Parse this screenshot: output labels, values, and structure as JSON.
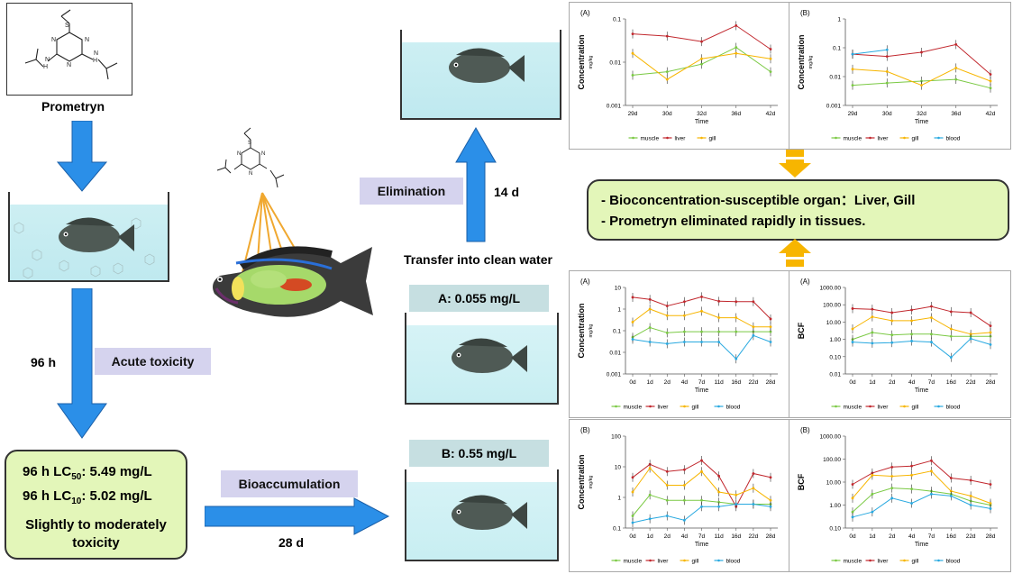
{
  "compound": {
    "name": "Prometryn"
  },
  "left_flow": {
    "duration_label": "96 h",
    "tag": "Acute toxicity",
    "result": {
      "lc50_prefix": "96 h LC",
      "lc50_sub": "50",
      "lc50_value": ": 5.49 mg/L",
      "lc10_prefix": "96 h LC",
      "lc10_sub": "10",
      "lc10_value": ": 5.02 mg/L",
      "conclusion_line1": "Slightly to moderately",
      "conclusion_line2": "toxicity"
    }
  },
  "bioaccumulation": {
    "tag": "Bioaccumulation",
    "duration": "28 d"
  },
  "elimination": {
    "tag": "Elimination",
    "duration": "14 d",
    "transfer_text": "Transfer into clean water"
  },
  "tanks": {
    "a_label": "A: 0.055 mg/L",
    "b_label": "B: 0.55 mg/L"
  },
  "summary": {
    "line1": "- Bioconcentration-susceptible organ：Liver, Gill",
    "line2": "- Prometryn eliminated rapidly in tissues."
  },
  "colors": {
    "muscle": "#7ac943",
    "liver": "#c1272d",
    "gill": "#f7b500",
    "blood": "#29a9e0",
    "arrow": "#2b8fe8",
    "orange_arrow": "#f7b500"
  },
  "chart_data": [
    {
      "id": "elim-A",
      "panel_label": "(A)",
      "type": "line",
      "scale": "log",
      "ylabel": "Concentration",
      "yunit": "mg/kg",
      "xlabel": "Time",
      "categories": [
        "29d",
        "30d",
        "32d",
        "36d",
        "42d"
      ],
      "yticks": [
        "0.001",
        "0.01",
        "0.1"
      ],
      "ylim": [
        0.001,
        0.1
      ],
      "series": [
        {
          "name": "muscle",
          "values": [
            0.005,
            0.006,
            0.009,
            0.022,
            0.006
          ]
        },
        {
          "name": "liver",
          "values": [
            0.045,
            0.04,
            0.03,
            0.07,
            0.02
          ]
        },
        {
          "name": "gill",
          "values": [
            0.016,
            0.004,
            0.012,
            0.016,
            0.012
          ]
        }
      ]
    },
    {
      "id": "elim-B",
      "panel_label": "(B)",
      "type": "line",
      "scale": "log",
      "ylabel": "Concentration",
      "yunit": "mg/kg",
      "xlabel": "Time",
      "categories": [
        "29d",
        "30d",
        "32d",
        "36d",
        "42d"
      ],
      "yticks": [
        "0.001",
        "0.01",
        "0.1",
        "1"
      ],
      "ylim": [
        0.001,
        1
      ],
      "series": [
        {
          "name": "muscle",
          "values": [
            0.005,
            0.006,
            0.007,
            0.008,
            0.004
          ]
        },
        {
          "name": "liver",
          "values": [
            0.06,
            0.05,
            0.07,
            0.13,
            0.012
          ]
        },
        {
          "name": "gill",
          "values": [
            0.018,
            0.015,
            0.005,
            0.02,
            0.007
          ]
        },
        {
          "name": "blood",
          "values": [
            0.06,
            0.085,
            null,
            null,
            null
          ]
        }
      ]
    },
    {
      "id": "conc-A",
      "panel_label": "(A)",
      "type": "line",
      "scale": "log",
      "ylabel": "Concentration",
      "yunit": "mg/kg",
      "xlabel": "Time",
      "categories": [
        "0d",
        "1d",
        "2d",
        "4d",
        "7d",
        "11d",
        "16d",
        "22d",
        "28d"
      ],
      "yticks": [
        "0.001",
        "0.01",
        "0.1",
        "1",
        "10"
      ],
      "ylim": [
        0.001,
        10
      ],
      "series": [
        {
          "name": "muscle",
          "values": [
            0.05,
            0.14,
            0.08,
            0.09,
            0.09,
            0.09,
            0.09,
            0.09,
            0.09
          ]
        },
        {
          "name": "liver",
          "values": [
            3.5,
            2.8,
            1.4,
            2.2,
            3.7,
            2.3,
            2.2,
            2.2,
            0.35
          ]
        },
        {
          "name": "gill",
          "values": [
            0.25,
            1.0,
            0.5,
            0.5,
            0.8,
            0.4,
            0.4,
            0.15,
            0.15
          ]
        },
        {
          "name": "blood",
          "values": [
            0.04,
            0.03,
            0.025,
            0.03,
            0.03,
            0.03,
            0.005,
            0.06,
            0.03
          ]
        }
      ]
    },
    {
      "id": "bcf-A",
      "panel_label": "(A)",
      "type": "line",
      "scale": "log",
      "ylabel": "BCF",
      "yunit": "",
      "xlabel": "Time",
      "categories": [
        "0d",
        "1d",
        "2d",
        "4d",
        "7d",
        "16d",
        "22d",
        "28d"
      ],
      "yticks": [
        "0.01",
        "0.10",
        "1.00",
        "10.00",
        "100.00",
        "1000.00"
      ],
      "ylim": [
        0.01,
        1000
      ],
      "series": [
        {
          "name": "muscle",
          "values": [
            1.0,
            2.5,
            1.8,
            2.0,
            2.0,
            1.5,
            1.5,
            1.5
          ]
        },
        {
          "name": "liver",
          "values": [
            60,
            55,
            35,
            50,
            80,
            40,
            35,
            6
          ]
        },
        {
          "name": "gill",
          "values": [
            4,
            20,
            12,
            12,
            18,
            4,
            2,
            2.5
          ]
        },
        {
          "name": "blood",
          "values": [
            0.7,
            0.6,
            0.65,
            0.8,
            0.7,
            0.09,
            1.1,
            0.5
          ]
        }
      ]
    },
    {
      "id": "conc-B",
      "panel_label": "(B)",
      "type": "line",
      "scale": "log",
      "ylabel": "Concentration",
      "yunit": "mg/kg",
      "xlabel": "Time",
      "categories": [
        "0d",
        "1d",
        "2d",
        "4d",
        "7d",
        "11d",
        "16d",
        "22d",
        "28d"
      ],
      "yticks": [
        "0.1",
        "1",
        "10",
        "100"
      ],
      "ylim": [
        0.1,
        100
      ],
      "series": [
        {
          "name": "muscle",
          "values": [
            0.25,
            1.2,
            0.8,
            0.8,
            0.8,
            0.7,
            0.6,
            0.6,
            0.6
          ]
        },
        {
          "name": "liver",
          "values": [
            4.5,
            12,
            7,
            8,
            16,
            5,
            0.5,
            6,
            4.5
          ]
        },
        {
          "name": "gill",
          "values": [
            1.5,
            9,
            2.5,
            2.5,
            7,
            1.5,
            1.2,
            2,
            0.8
          ]
        },
        {
          "name": "blood",
          "values": [
            0.15,
            0.2,
            0.25,
            0.18,
            0.5,
            0.5,
            0.6,
            0.6,
            0.5
          ]
        }
      ]
    },
    {
      "id": "bcf-B",
      "panel_label": "(B)",
      "type": "line",
      "scale": "log",
      "ylabel": "BCF",
      "yunit": "",
      "xlabel": "Time",
      "categories": [
        "0d",
        "1d",
        "2d",
        "4d",
        "7d",
        "16d",
        "22d",
        "28d"
      ],
      "yticks": [
        "0.10",
        "1.00",
        "10.00",
        "100.00",
        "1000.00"
      ],
      "ylim": [
        0.1,
        1000
      ],
      "series": [
        {
          "name": "muscle",
          "values": [
            0.5,
            3,
            5.5,
            5,
            4,
            3,
            1.5,
            1
          ]
        },
        {
          "name": "liver",
          "values": [
            8,
            25,
            45,
            50,
            85,
            15,
            12,
            8
          ]
        },
        {
          "name": "gill",
          "values": [
            2,
            20,
            18,
            20,
            30,
            4,
            2.5,
            1.2
          ]
        },
        {
          "name": "blood",
          "values": [
            0.3,
            0.5,
            2,
            1.2,
            3,
            2.5,
            1,
            0.7
          ]
        }
      ]
    }
  ]
}
